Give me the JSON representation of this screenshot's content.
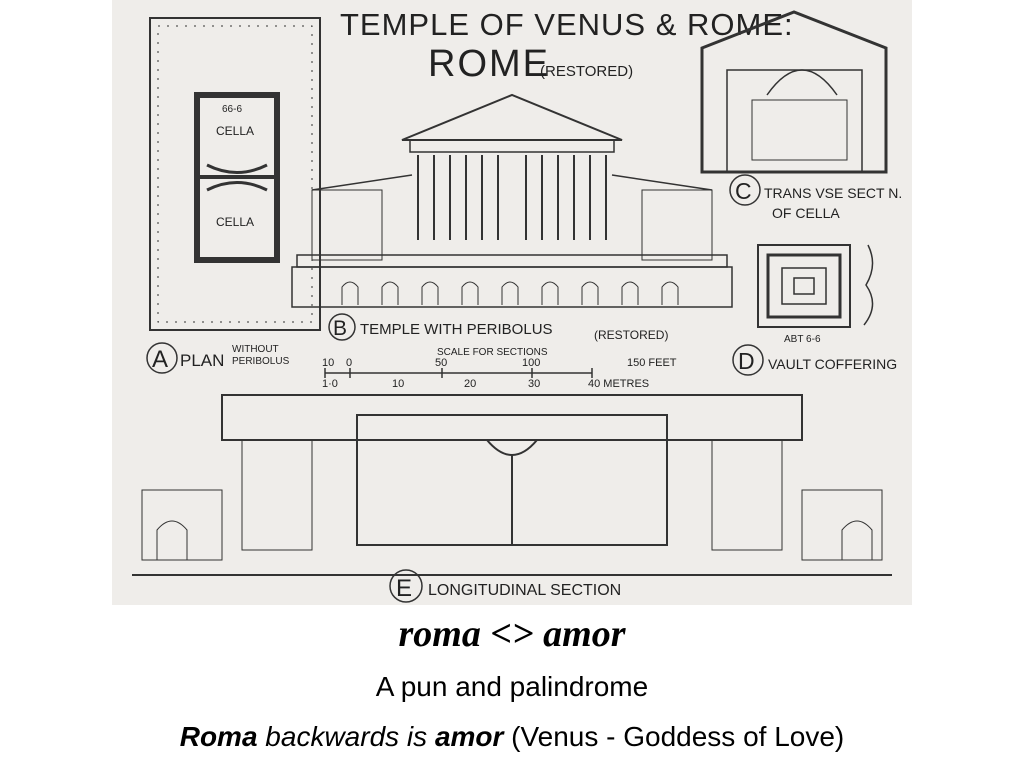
{
  "plate": {
    "heading_line1": "TEMPLE OF VENUS & ROME:",
    "heading_line2": "ROME",
    "heading_restored": "(RESTORED)",
    "plan": {
      "letter": "A",
      "label": "PLAN",
      "note1": "WITHOUT",
      "note2": "PERIBOLUS",
      "cella_top": "CELLA",
      "cella_bottom": "CELLA",
      "dimension": "66-6"
    },
    "temple": {
      "letter": "B",
      "label": "TEMPLE WITH PERIBOLUS",
      "restored": "(RESTORED)",
      "scale_title": "SCALE FOR SECTIONS",
      "feet_ticks": [
        "10",
        "0",
        "50",
        "100",
        "150 FEET"
      ],
      "metre_ticks": [
        "1·0",
        "10",
        "20",
        "30",
        "40 METRES"
      ]
    },
    "section_c": {
      "letter": "C",
      "label_line1": "TRANS VSE SECT N.",
      "label_line2": "OF CELLA"
    },
    "section_d": {
      "letter": "D",
      "label": "VAULT COFFERING",
      "dimension": "ABT 6-6"
    },
    "section_e": {
      "letter": "E",
      "label": "LONGITUDINAL SECTION"
    }
  },
  "caption": {
    "title": "roma <> amor",
    "subtitle": "A pun and palindrome",
    "line_roma": "Roma",
    "line_mid": " backwards is ",
    "line_amor": "amor",
    "line_rest": " (Venus - Goddess of Love)"
  }
}
